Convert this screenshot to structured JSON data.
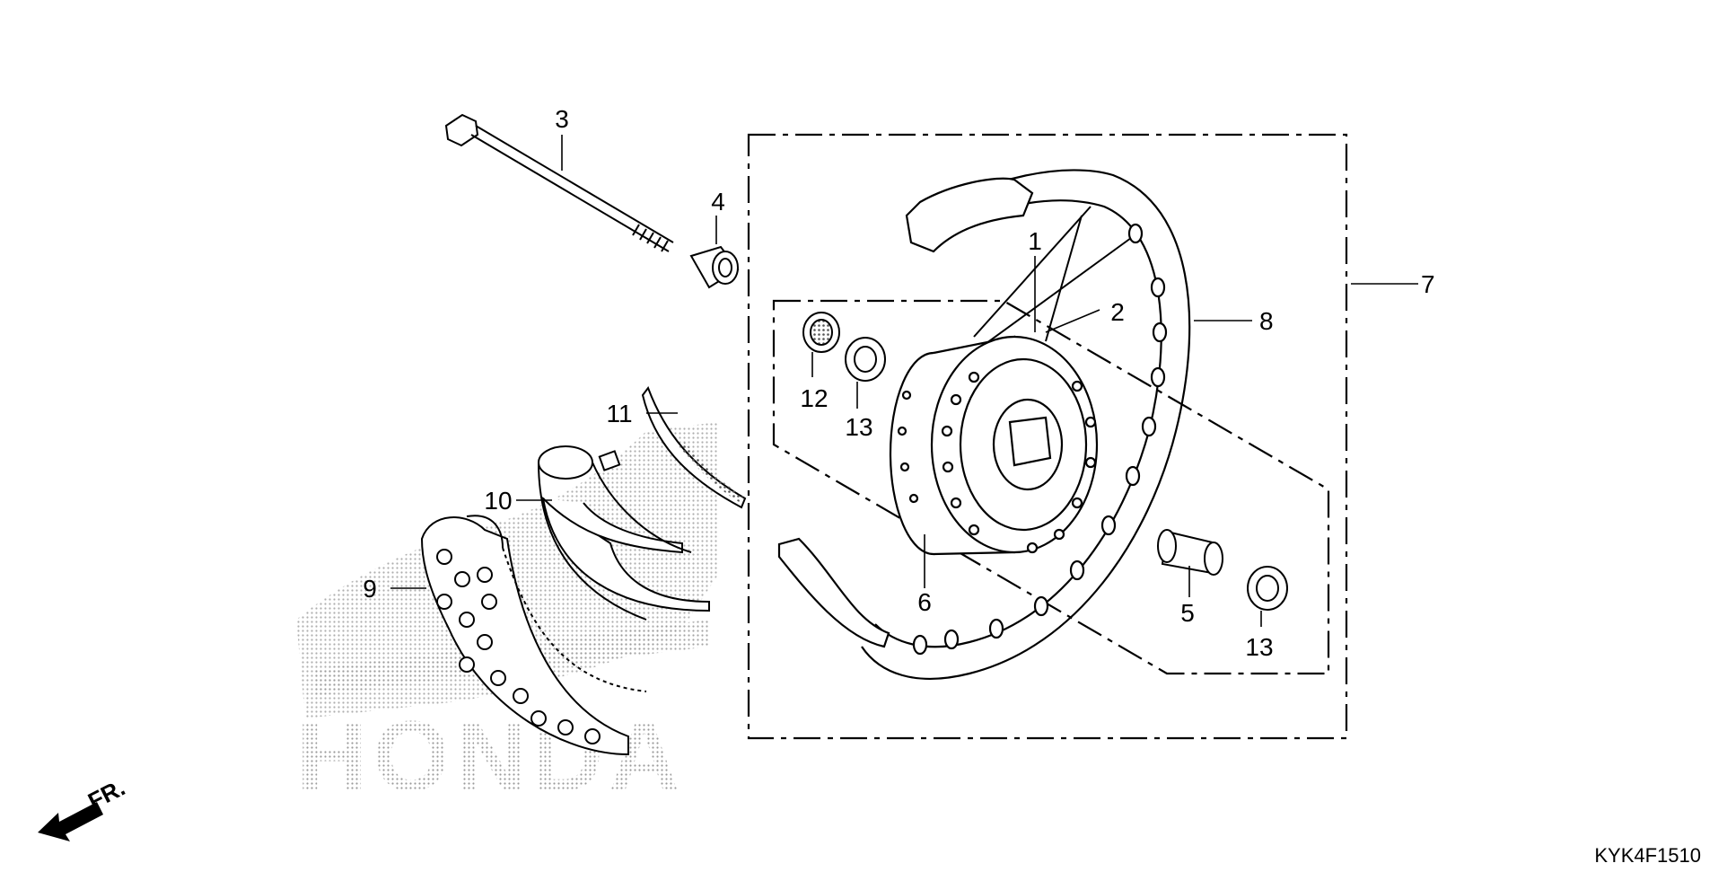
{
  "diagram": {
    "callouts": [
      {
        "id": "1",
        "text": "1"
      },
      {
        "id": "2",
        "text": "2"
      },
      {
        "id": "3",
        "text": "3"
      },
      {
        "id": "4",
        "text": "4"
      },
      {
        "id": "5",
        "text": "5"
      },
      {
        "id": "6",
        "text": "6"
      },
      {
        "id": "7",
        "text": "7"
      },
      {
        "id": "8",
        "text": "8"
      },
      {
        "id": "9",
        "text": "9"
      },
      {
        "id": "10",
        "text": "10"
      },
      {
        "id": "11",
        "text": "11"
      },
      {
        "id": "12",
        "text": "12"
      },
      {
        "id": "13a",
        "text": "13"
      },
      {
        "id": "13b",
        "text": "13"
      }
    ],
    "direction_label": "FR.",
    "diagram_code": "KYK4F1510",
    "watermark": "HONDA"
  }
}
